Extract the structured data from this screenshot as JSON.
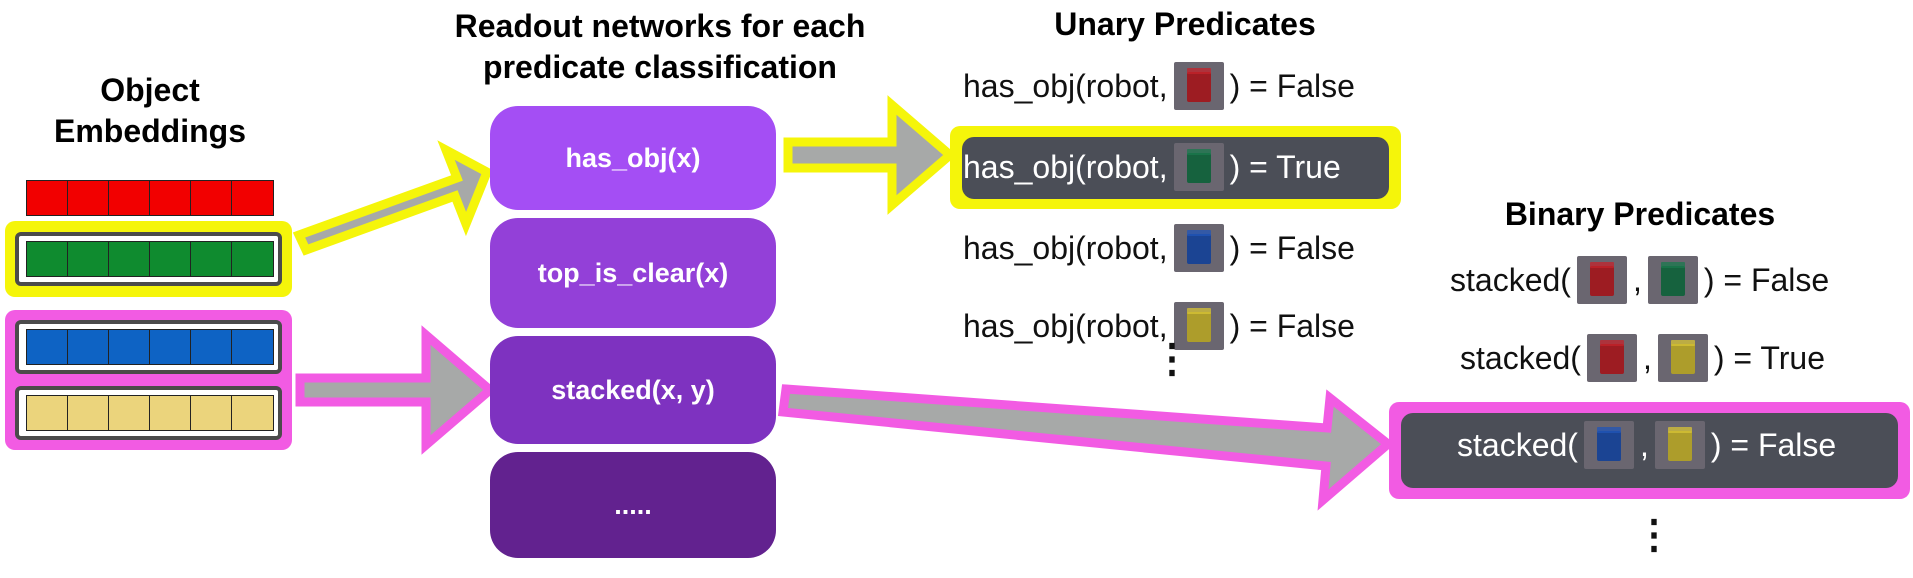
{
  "headings": {
    "object_embeddings": "Object\nEmbeddings",
    "readout": "Readout networks for each\npredicate classification",
    "unary": "Unary Predicates",
    "binary": "Binary Predicates"
  },
  "colors": {
    "yellow_highlight": "#f5f50a",
    "magenta_highlight": "#f25be3",
    "arrow_gray": "#a7a9a8",
    "dark_row": "#4b4e57",
    "cube_red": "#c4232b",
    "cube_green": "#1b7a4e",
    "cube_blue": "#2255b8",
    "cube_yellow": "#d8c436"
  },
  "embeddings": [
    {
      "color": "#f20000",
      "cells": 6,
      "highlight": "none"
    },
    {
      "color": "#0f8b2f",
      "cells": 6,
      "highlight": "yellow"
    },
    {
      "color": "#0e63c4",
      "cells": 6,
      "highlight": "magenta"
    },
    {
      "color": "#ebd47c",
      "cells": 6,
      "highlight": "magenta"
    }
  ],
  "readouts": [
    {
      "label": "has_obj(x)",
      "color": "#a44ef4",
      "highlight": "yellow"
    },
    {
      "label": "top_is_clear(x)",
      "color": "#9340d8",
      "highlight": "none"
    },
    {
      "label": "stacked(x, y)",
      "color": "#7e32c0",
      "highlight": "magenta"
    },
    {
      "label": ".....",
      "color": "#62228f",
      "highlight": "none"
    }
  ],
  "unary": [
    {
      "prefix": "has_obj(robot,",
      "objects": [
        "red"
      ],
      "suffix": ") = False",
      "highlight": false
    },
    {
      "prefix": "has_obj(robot,",
      "objects": [
        "green"
      ],
      "suffix": ") = True",
      "highlight": true
    },
    {
      "prefix": "has_obj(robot,",
      "objects": [
        "blue"
      ],
      "suffix": ") = False",
      "highlight": false
    },
    {
      "prefix": "has_obj(robot,",
      "objects": [
        "yellow"
      ],
      "suffix": ") = False",
      "highlight": false
    }
  ],
  "binary": [
    {
      "prefix": "stacked(",
      "objects": [
        "red",
        "green"
      ],
      "separator": ",",
      "suffix": ") = False",
      "highlight": false
    },
    {
      "prefix": "stacked(",
      "objects": [
        "red",
        "yellow"
      ],
      "separator": ",",
      "suffix": ") = True",
      "highlight": false
    },
    {
      "prefix": "stacked(",
      "objects": [
        "blue",
        "yellow"
      ],
      "separator": ",",
      "suffix": ") = False",
      "highlight": true
    }
  ],
  "ellipsis": "⋮"
}
